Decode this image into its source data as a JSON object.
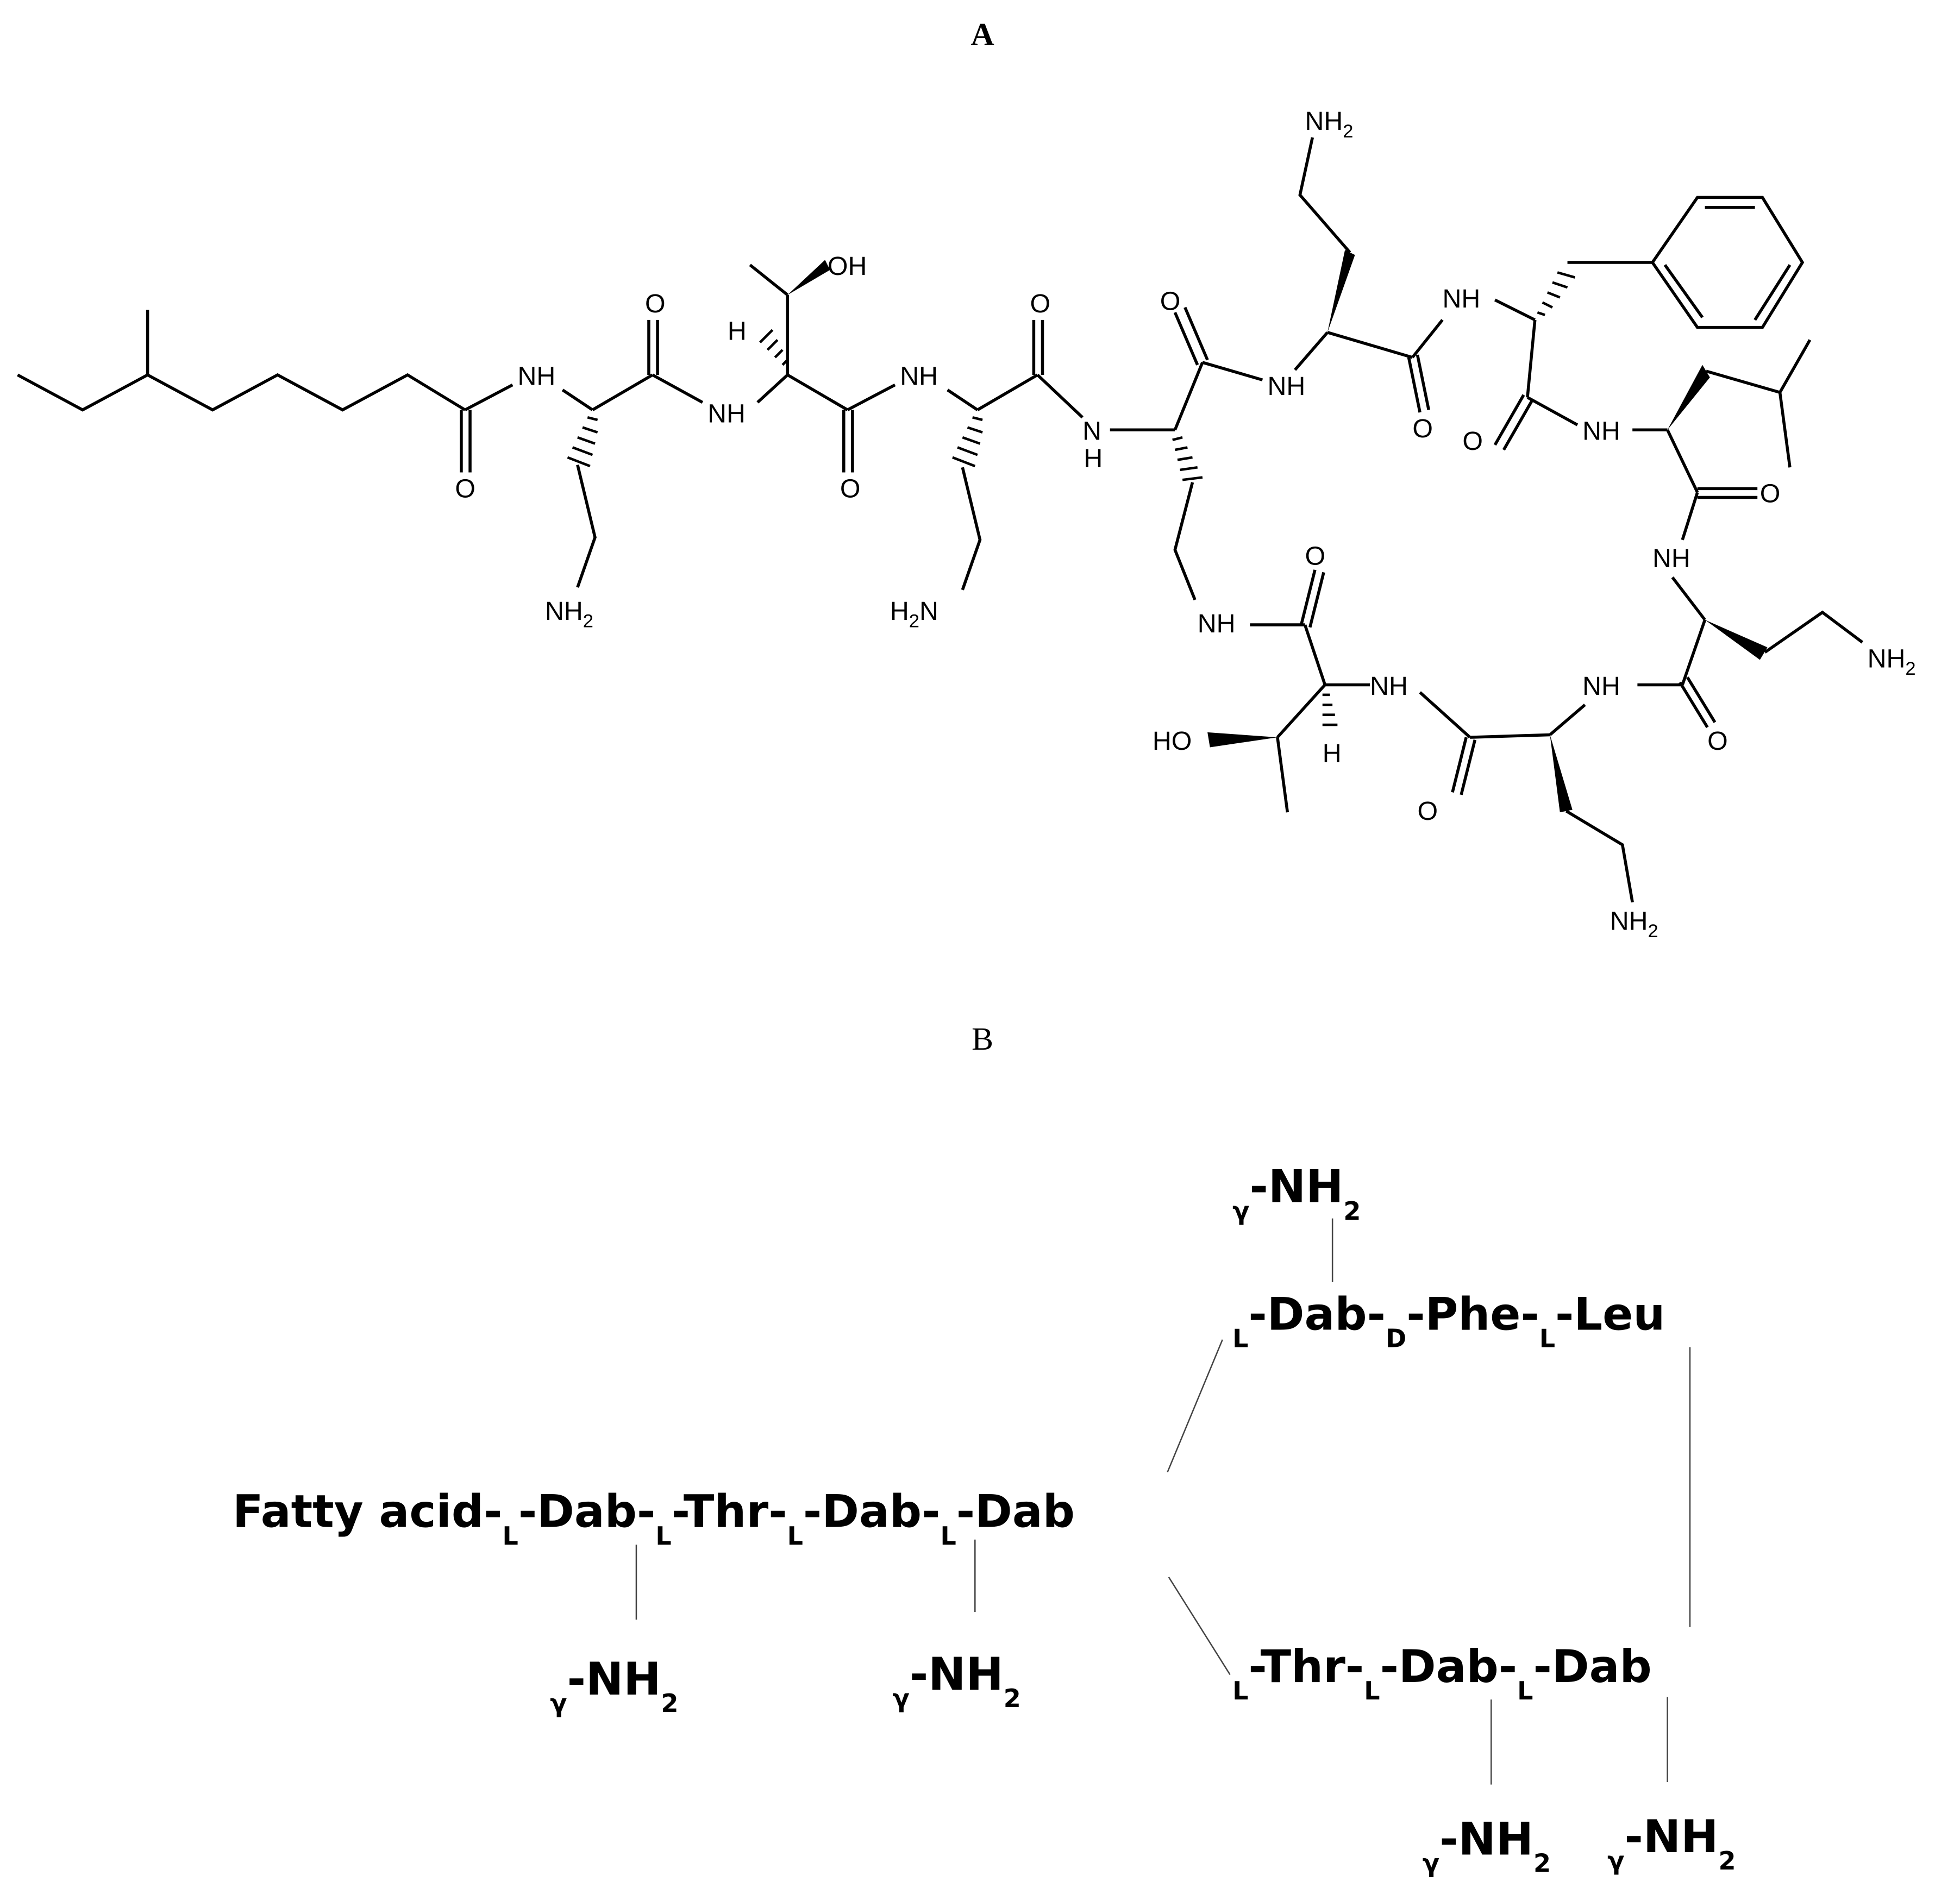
{
  "figure": {
    "panel_a_label": "A",
    "panel_b_label": "B"
  },
  "panel_a": {
    "description": "Skeletal chemical structure of a lipopeptide (polymyxin-type) with 6-methyloctanoyl fatty acid tail",
    "atoms": {
      "nh": "NH",
      "n": "N",
      "h": "H",
      "o": "O",
      "oh": "OH",
      "ho": "HO",
      "nh2_n": "NH",
      "nh2_sub": "2",
      "h2n_h": "H",
      "h2n_n": "N"
    }
  },
  "panel_b": {
    "main_chain": [
      {
        "text": "Fatty acid-",
        "prefix": ""
      },
      {
        "prefix": "L",
        "text": "-Dab-"
      },
      {
        "prefix": "L",
        "text": "-Thr-"
      },
      {
        "prefix": "L",
        "text": "-Dab-"
      },
      {
        "prefix": "L",
        "text": "-Dab"
      }
    ],
    "upper_ring": [
      {
        "prefix": "L",
        "text": "-Dab-"
      },
      {
        "prefix": "D",
        "text": "-Phe-"
      },
      {
        "prefix": "L",
        "text": "-Leu"
      }
    ],
    "lower_ring": [
      {
        "prefix": "L",
        "text": "-Thr-"
      },
      {
        "prefix": "L",
        "text": "-Dab-"
      },
      {
        "prefix": "L",
        "text": "-Dab"
      }
    ],
    "side_group": {
      "prefix": "γ",
      "text": "-NH",
      "sub": "2"
    }
  }
}
